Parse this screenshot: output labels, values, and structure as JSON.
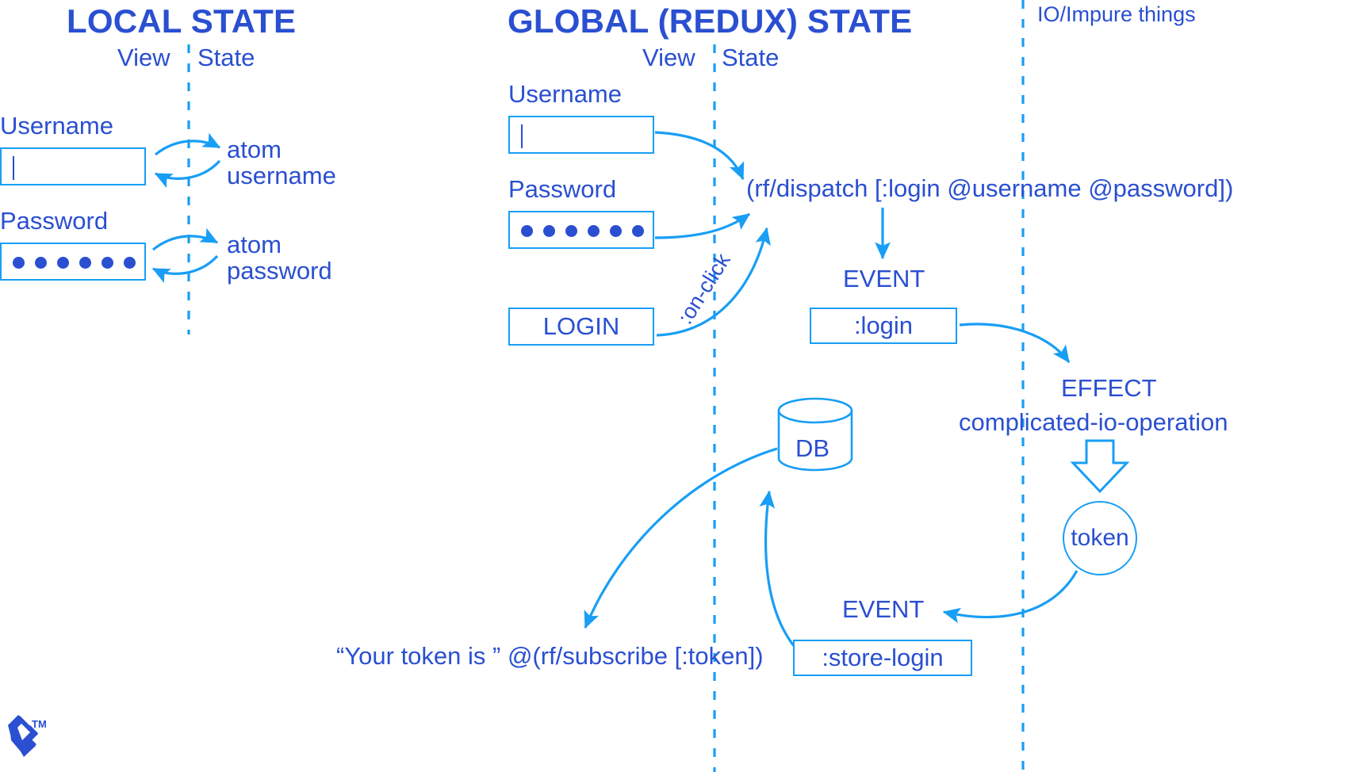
{
  "colors": {
    "dark_blue": "#2A4FD1",
    "light_blue": "#189EF5",
    "background": "#FFFFFF"
  },
  "headings": {
    "local": "LOCAL STATE",
    "global": "GLOBAL (REDUX) STATE",
    "io_note": "IO/Impure things"
  },
  "column_labels": {
    "local_view": "View",
    "local_state": "State",
    "global_view": "View",
    "global_state": "State"
  },
  "local_panel": {
    "username_label": "Username",
    "username_value": "",
    "password_label": "Password",
    "password_value": "••••••",
    "password_dot_count": 6,
    "atom_username": {
      "line1": "atom",
      "line2": "username"
    },
    "atom_password": {
      "line1": "atom",
      "line2": "password"
    }
  },
  "global_panel": {
    "username_label": "Username",
    "username_value": "",
    "password_label": "Password",
    "password_value": "••••••",
    "password_dot_count": 6,
    "login_button": "LOGIN",
    "on_click_label": ":on-click",
    "dispatch_code": "(rf/dispatch [:login @username @password])",
    "event_label_top": "EVENT",
    "event_login_box": ":login",
    "effect_label": "EFFECT",
    "effect_name": "complicated-io-operation",
    "token_circle": "token",
    "db_label": "DB",
    "event_label_bottom": "EVENT",
    "event_store_login_box": ":store-login",
    "subscribe_code": "“Your token is ” @(rf/subscribe [:token])"
  },
  "branding": {
    "logo_name": "toptal-logo",
    "trademark": "TM"
  }
}
